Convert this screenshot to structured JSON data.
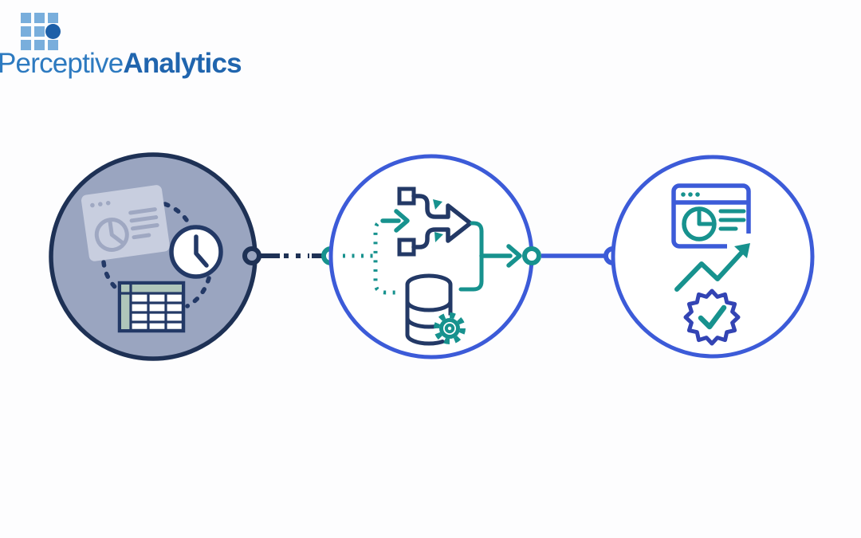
{
  "logo": {
    "brand_regular": "Perceptive",
    "brand_bold": "Analytics",
    "grid_icon": "logo-grid-icon",
    "colors": {
      "square": "#79AEDC",
      "dot": "#1D5FA8",
      "text_regular": "#2D7AC0",
      "text_bold": "#2065AE"
    }
  },
  "palette": {
    "background": "#FDFDFE",
    "navy": "#233966",
    "dark_navy": "#1E3155",
    "royal_blue": "#3C5BD8",
    "teal": "#17928E",
    "stage1_circle_fill": "#9AA5C0",
    "card_fill": "#C8CEDF",
    "card_detail": "#9FA8C2",
    "table_accent": "#AFC6BA",
    "badge_blue": "#3344B4"
  },
  "diagram": {
    "stage1": {
      "icons": [
        "browser-pie-window-icon",
        "clock-icon",
        "data-table-icon",
        "dashed-cycle-arcs"
      ]
    },
    "connector1": {
      "icons": [
        "navy-ring",
        "dashed-navy-line",
        "teal-ring"
      ]
    },
    "stage2": {
      "icons": [
        "merge-flow-arrow-icon",
        "teal-input-arrow-icon",
        "database-icon",
        "gear-icon",
        "teal-output-arrow-icon"
      ]
    },
    "connector2": {
      "icons": [
        "teal-ring",
        "solid-blue-line",
        "blue-ring"
      ]
    },
    "stage3": {
      "icons": [
        "report-window-pie-icon",
        "growth-arrow-icon",
        "verified-badge-icon"
      ]
    }
  }
}
